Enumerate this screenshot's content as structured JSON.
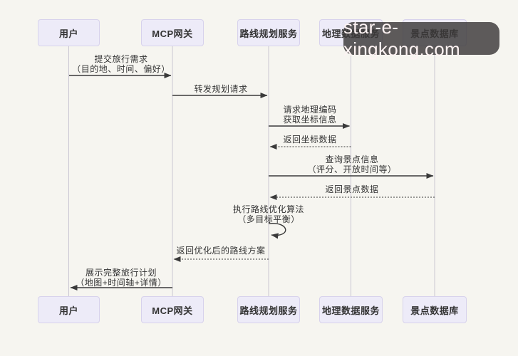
{
  "diagram_type": "sequence-diagram",
  "actors": [
    {
      "id": "user",
      "label": "用户"
    },
    {
      "id": "mcp-gateway",
      "label": "MCP网关"
    },
    {
      "id": "route-planning-service",
      "label": "路线规划服务"
    },
    {
      "id": "geo-data-service",
      "label": "地理数据服务"
    },
    {
      "id": "poi-database",
      "label": "景点数据库"
    }
  ],
  "messages": [
    {
      "from": "用户",
      "to": "MCP网关",
      "line": "solid",
      "label": "提交旅行需求\n（目的地、时间、偏好）"
    },
    {
      "from": "MCP网关",
      "to": "路线规划服务",
      "line": "solid",
      "label": "转发规划请求"
    },
    {
      "from": "路线规划服务",
      "to": "地理数据服务",
      "line": "solid",
      "label": "请求地理编码\n获取坐标信息"
    },
    {
      "from": "地理数据服务",
      "to": "路线规划服务",
      "line": "dashed",
      "label": "返回坐标数据"
    },
    {
      "from": "路线规划服务",
      "to": "景点数据库",
      "line": "solid",
      "label": "查询景点信息\n（评分、开放时间等）"
    },
    {
      "from": "景点数据库",
      "to": "路线规划服务",
      "line": "dashed",
      "label": "返回景点数据"
    },
    {
      "from": "路线规划服务",
      "to": "路线规划服务",
      "line": "self-loop",
      "label": "执行路线优化算法\n（多目标平衡）"
    },
    {
      "from": "路线规划服务",
      "to": "MCP网关",
      "line": "dashed",
      "label": "返回优化后的路线方案"
    },
    {
      "from": "MCP网关",
      "to": "用户",
      "line": "solid",
      "label": "展示完整旅行计划\n（地图+时间轴+详情）"
    }
  ],
  "watermark": {
    "text": "star-e-xingkong.com"
  },
  "colors": {
    "background": "#f6f5f0",
    "actor_box_fill": "#edebf8",
    "actor_box_border": "#d7d2ec",
    "lifeline": "#c9c6d2",
    "arrow": "#3a3a3a",
    "text": "#333333",
    "watermark_bg": "#3a3838",
    "watermark_text": "#fdf3f3"
  }
}
